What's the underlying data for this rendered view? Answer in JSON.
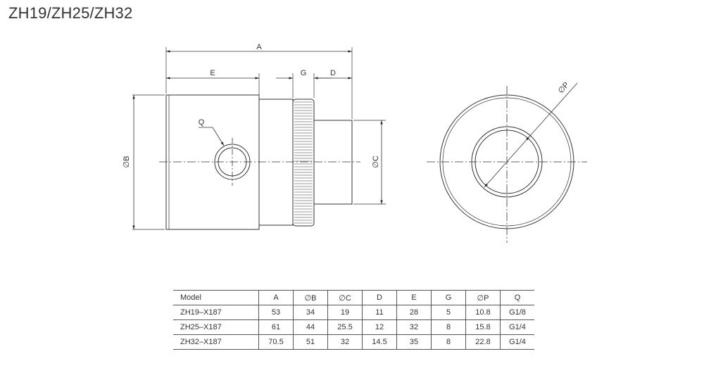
{
  "title": "ZH19/ZH25/ZH32",
  "labels": {
    "A": "A",
    "E": "E",
    "G": "G",
    "D": "D",
    "B": "∅B",
    "C": "∅C",
    "Q": "Q",
    "P": "∅P"
  },
  "table": {
    "headers": [
      "Model",
      "A",
      "∅B",
      "∅C",
      "D",
      "E",
      "G",
      "∅P",
      "Q"
    ],
    "rows": [
      [
        "ZH19–X187",
        "53",
        "34",
        "19",
        "11",
        "28",
        "5",
        "10.8",
        "G1/8"
      ],
      [
        "ZH25–X187",
        "61",
        "44",
        "25.5",
        "12",
        "32",
        "8",
        "15.8",
        "G1/4"
      ],
      [
        "ZH32–X187",
        "70.5",
        "51",
        "32",
        "14.5",
        "35",
        "8",
        "22.8",
        "G1/4"
      ]
    ]
  }
}
